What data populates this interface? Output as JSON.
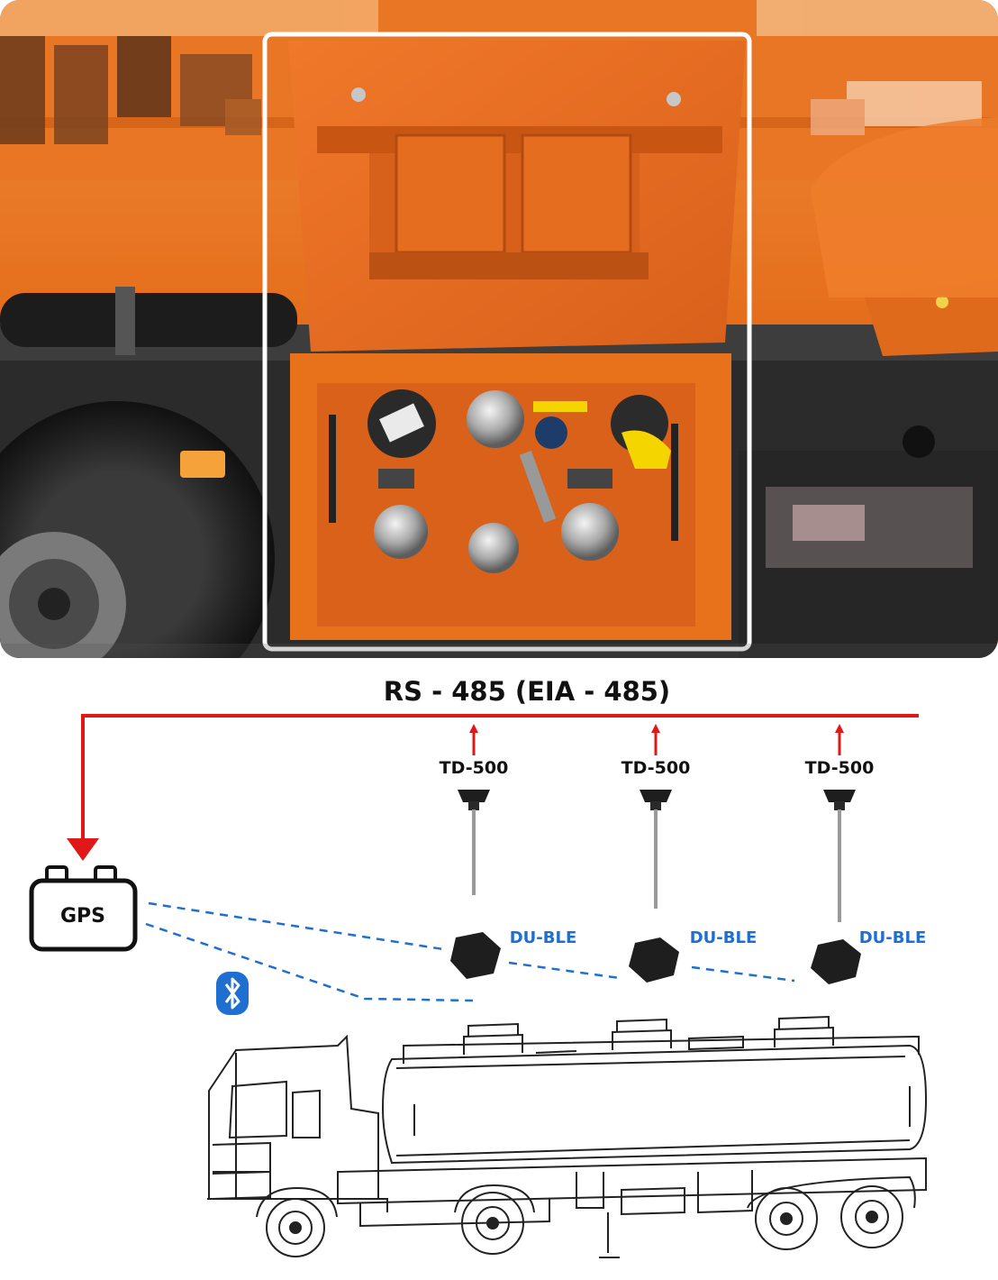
{
  "bus": {
    "label": "RS - 485 (EIA - 485)",
    "color": "#e01818"
  },
  "gps": {
    "label": "GPS"
  },
  "sensors": [
    {
      "model": "TD-500",
      "receiver": "DU-BLE"
    },
    {
      "model": "TD-500",
      "receiver": "DU-BLE"
    },
    {
      "model": "TD-500",
      "receiver": "DU-BLE"
    }
  ],
  "wireless": {
    "icon": "bluetooth-icon",
    "color": "#1f6fd0"
  },
  "photo": {
    "subject": "tanker-valve-cabinet-photo",
    "accent": "#e8721c"
  }
}
